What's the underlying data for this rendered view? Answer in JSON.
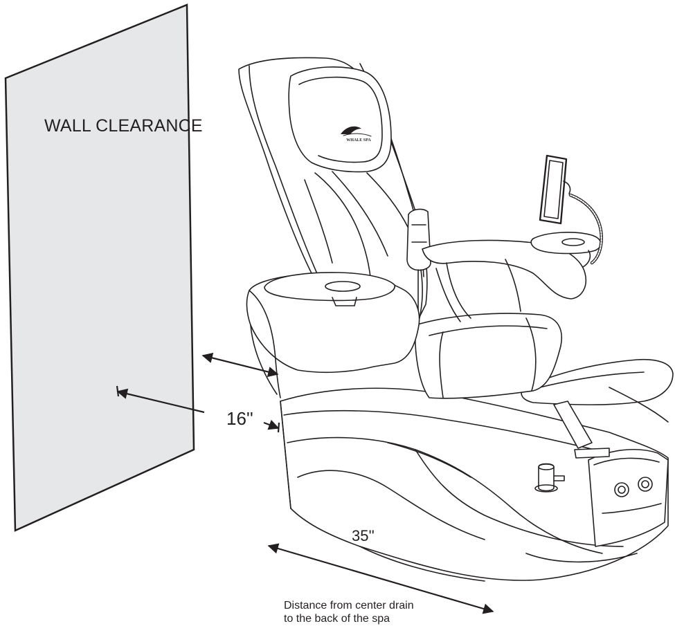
{
  "diagram": {
    "wall_label": "WALL CLEARANCE",
    "brand_mark": "WHALE SPA",
    "dimension_wall": "16''",
    "dimension_depth": "35''",
    "note_line_1": "Distance from center drain",
    "note_line_2": "to the back of the spa"
  },
  "colors": {
    "wall_fill": "#e6e7e8",
    "line": "#231f20",
    "background": "#ffffff"
  }
}
